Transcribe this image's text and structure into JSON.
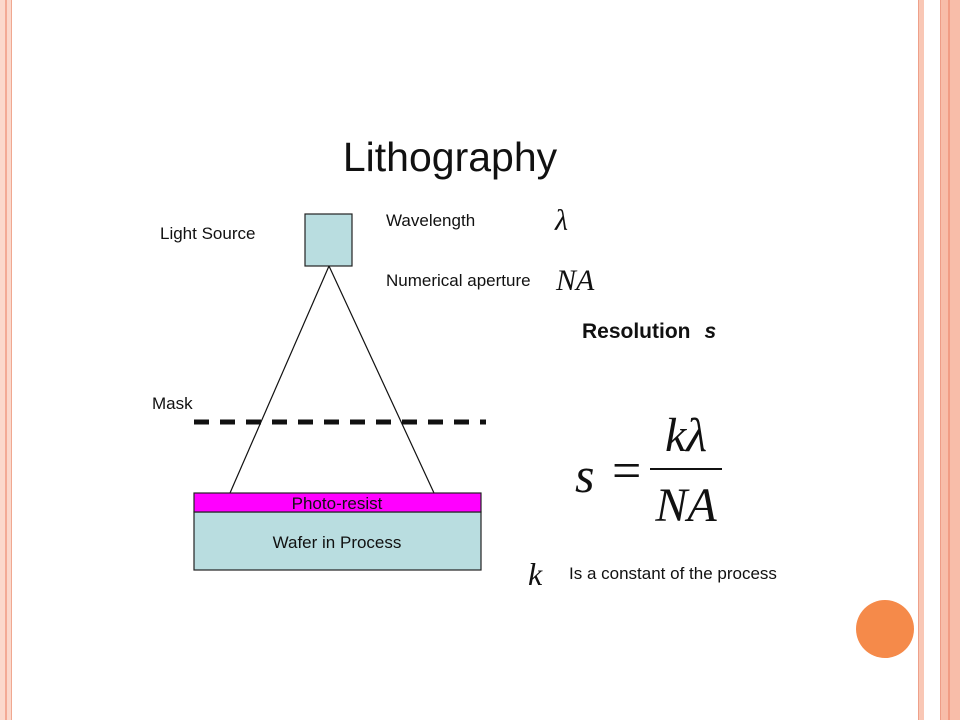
{
  "title": "Lithography",
  "labels": {
    "light_source": "Light Source",
    "mask": "Mask",
    "wavelength": "Wavelength",
    "numerical_aperture": "Numerical aperture",
    "photo_resist": "Photo-resist",
    "wafer": "Wafer in Process",
    "constant_note": "Is a constant of the process"
  },
  "symbols": {
    "wavelength": "λ",
    "numerical_aperture": "NA",
    "constant": "k"
  },
  "resolution": {
    "label": "Resolution",
    "symbol": "s"
  },
  "formula": {
    "lhs": "s",
    "equals": "=",
    "numerator": "kλ",
    "denominator": "NA"
  },
  "colors": {
    "light_source_box": "#b9dde0",
    "photo_resist": "#ff00ff",
    "wafer": "#b9dde0",
    "accent_dot": "#f58a4a",
    "frame": "#f8bda9"
  }
}
